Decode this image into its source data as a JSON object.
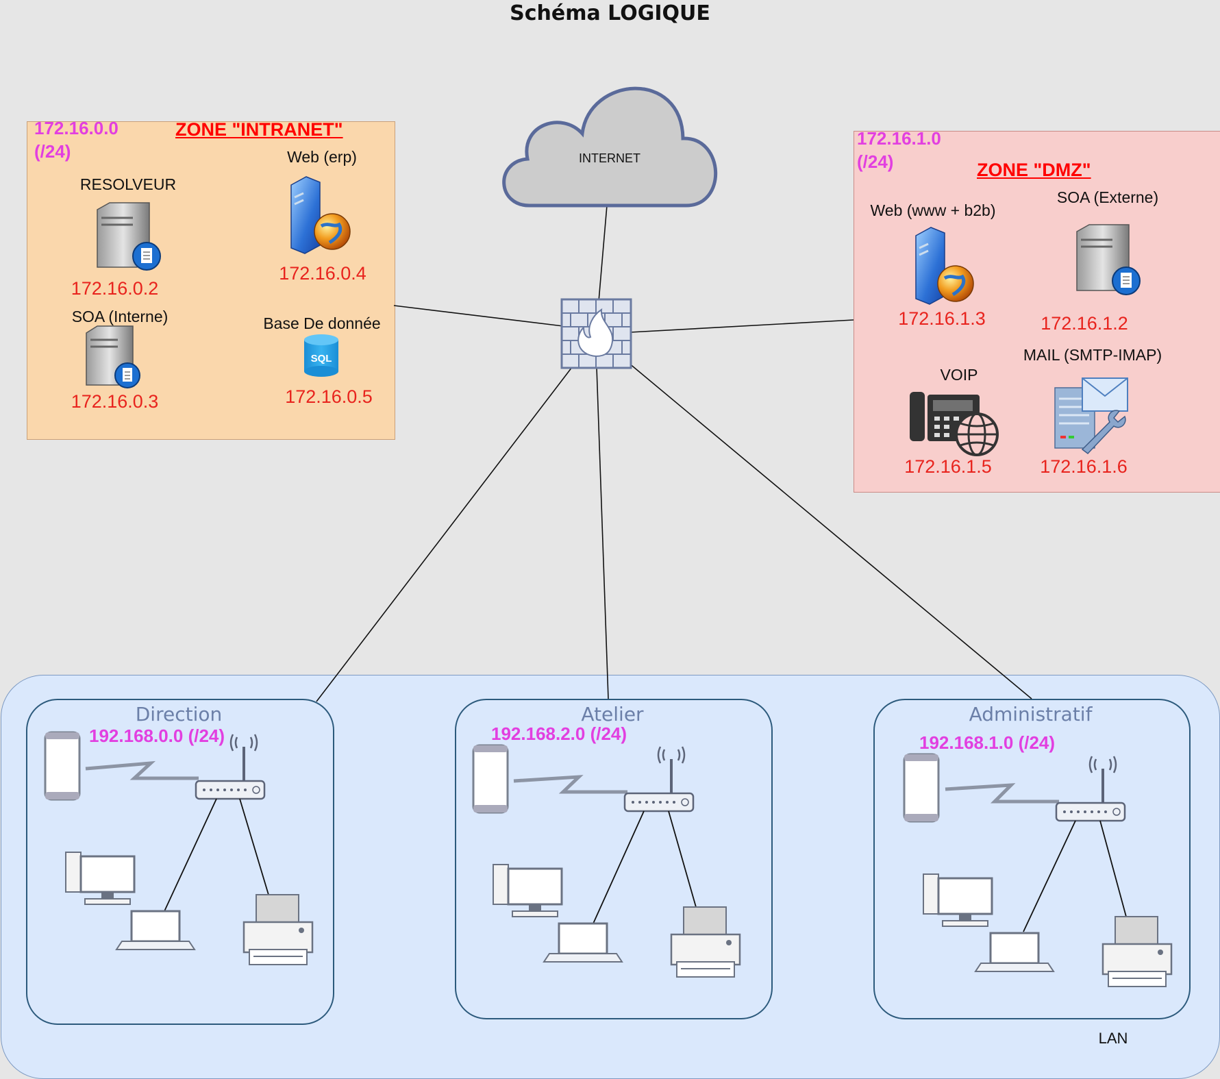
{
  "title": "Schéma LOGIQUE",
  "internet": {
    "label": "INTERNET"
  },
  "intranet": {
    "network": "172.16.0.0",
    "mask": "(/24)",
    "title": "ZONE \"INTRANET\"",
    "resolveur": {
      "label": "RESOLVEUR",
      "ip": "172.16.0.2"
    },
    "web": {
      "label": "Web (erp)",
      "ip": "172.16.0.4"
    },
    "soa": {
      "label": "SOA (Interne)",
      "ip": "172.16.0.3"
    },
    "db": {
      "label": "Base De donnée",
      "ip": "172.16.0.5",
      "icon_text": "SQL"
    }
  },
  "dmz": {
    "network": "172.16.1.0",
    "mask": "(/24)",
    "title": "ZONE \"DMZ\"",
    "web": {
      "label": "Web (www + b2b)",
      "ip": "172.16.1.3"
    },
    "soa": {
      "label": "SOA (Externe)",
      "ip": "172.16.1.2"
    },
    "voip": {
      "label": "VOIP",
      "ip": "172.16.1.5"
    },
    "mail": {
      "label": "MAIL (SMTP-IMAP)",
      "ip": "172.16.1.6"
    }
  },
  "lan": {
    "label": "LAN",
    "subnets": [
      {
        "name": "Direction",
        "network": "192.168.0.0 (/24)"
      },
      {
        "name": "Atelier",
        "network": "192.168.2.0 (/24)"
      },
      {
        "name": "Administratif",
        "network": "192.168.1.0 (/24)"
      }
    ]
  },
  "colors": {
    "background": "#e6e6e6",
    "intranet_fill": "#fad7ac",
    "dmz_fill": "#f8cecc",
    "lan_fill": "#dae8fc",
    "ip_red": "#e8231d",
    "network_magenta": "#e23fe0",
    "zone_title_red": "#ff0000"
  }
}
